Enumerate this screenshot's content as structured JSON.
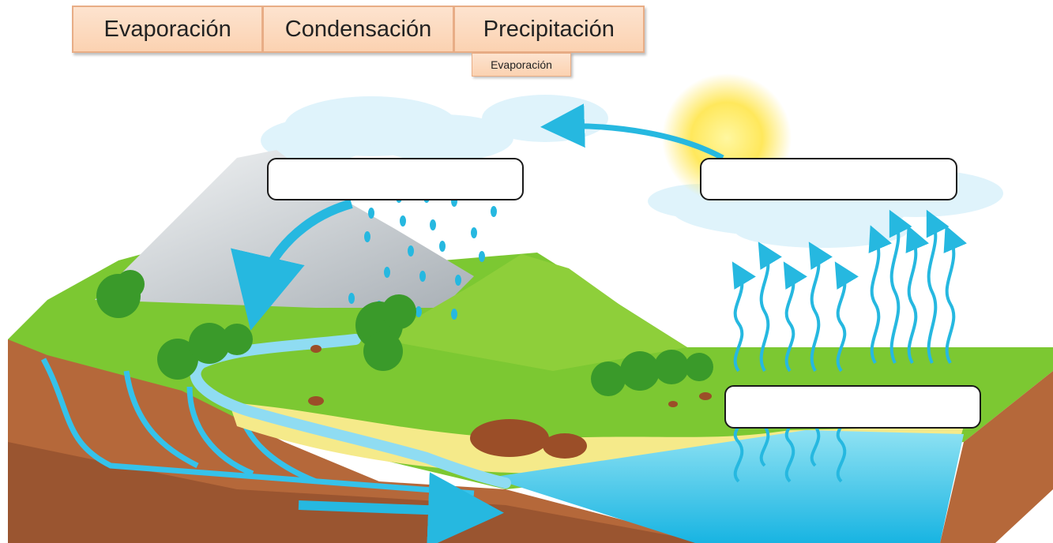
{
  "word_bank": {
    "words": [
      "Evaporación",
      "Condensación",
      "Precipitación"
    ]
  },
  "dragging_chip": {
    "label": "Evaporación"
  },
  "drop_targets": [
    {
      "id": "mountain",
      "value": ""
    },
    {
      "id": "clouds",
      "value": ""
    },
    {
      "id": "sea",
      "value": ""
    }
  ],
  "colors": {
    "tile_fill": "#fbd2b1",
    "tile_border": "#e8ad86",
    "water": "#26b8e0",
    "grass": "#7cc832",
    "soil": "#b5683a",
    "sand": "#f5ea8a",
    "sun": "#ffe85c"
  },
  "icons": [
    "sun-icon",
    "cloud-icon",
    "raindrop-icon",
    "evaporation-arrow-icon",
    "bush-icon",
    "rock-icon",
    "flow-arrow-icon"
  ]
}
